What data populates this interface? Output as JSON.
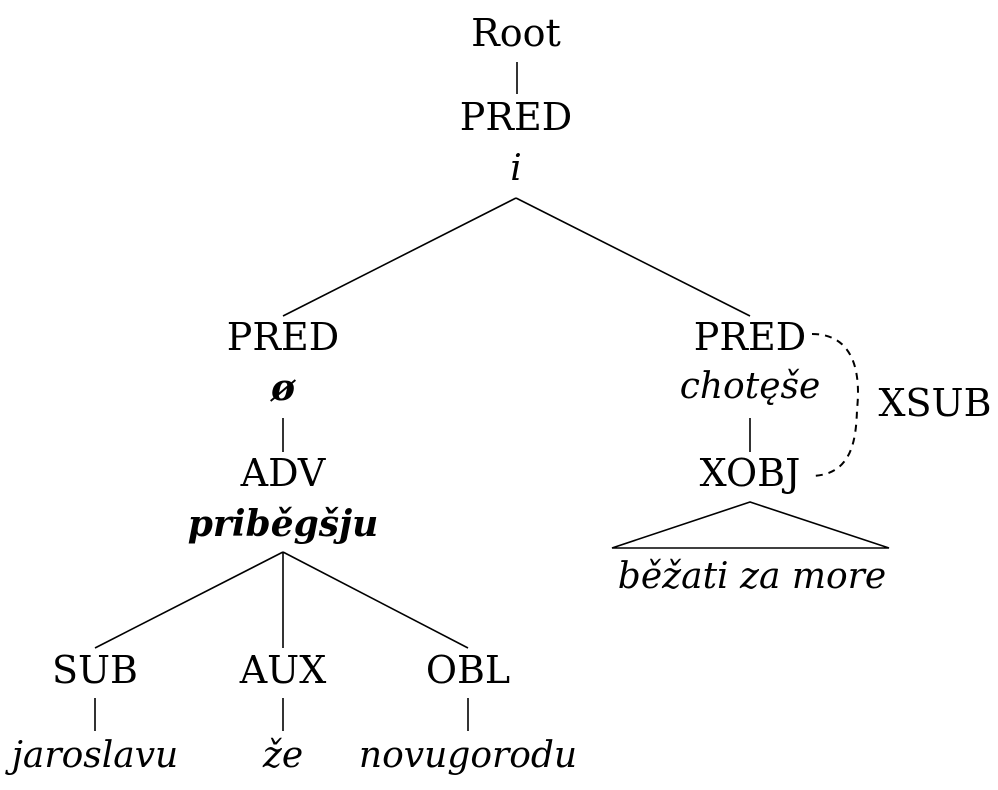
{
  "tree": {
    "root": "Root",
    "top": {
      "label": "PRED",
      "word": "i"
    },
    "left": {
      "label": "PRED",
      "word": "ø"
    },
    "adv": {
      "label": "ADV",
      "word": "priběgšju"
    },
    "sub": {
      "label": "SUB",
      "word": "jaroslavu"
    },
    "aux": {
      "label": "AUX",
      "word": "že"
    },
    "obl": {
      "label": "OBL",
      "word": "novugorodu"
    },
    "right": {
      "label": "PRED",
      "word": "chotęše"
    },
    "xobj": {
      "label": "XOBJ",
      "phrase": "běžati za more"
    },
    "xsub_label": "XSUB"
  }
}
